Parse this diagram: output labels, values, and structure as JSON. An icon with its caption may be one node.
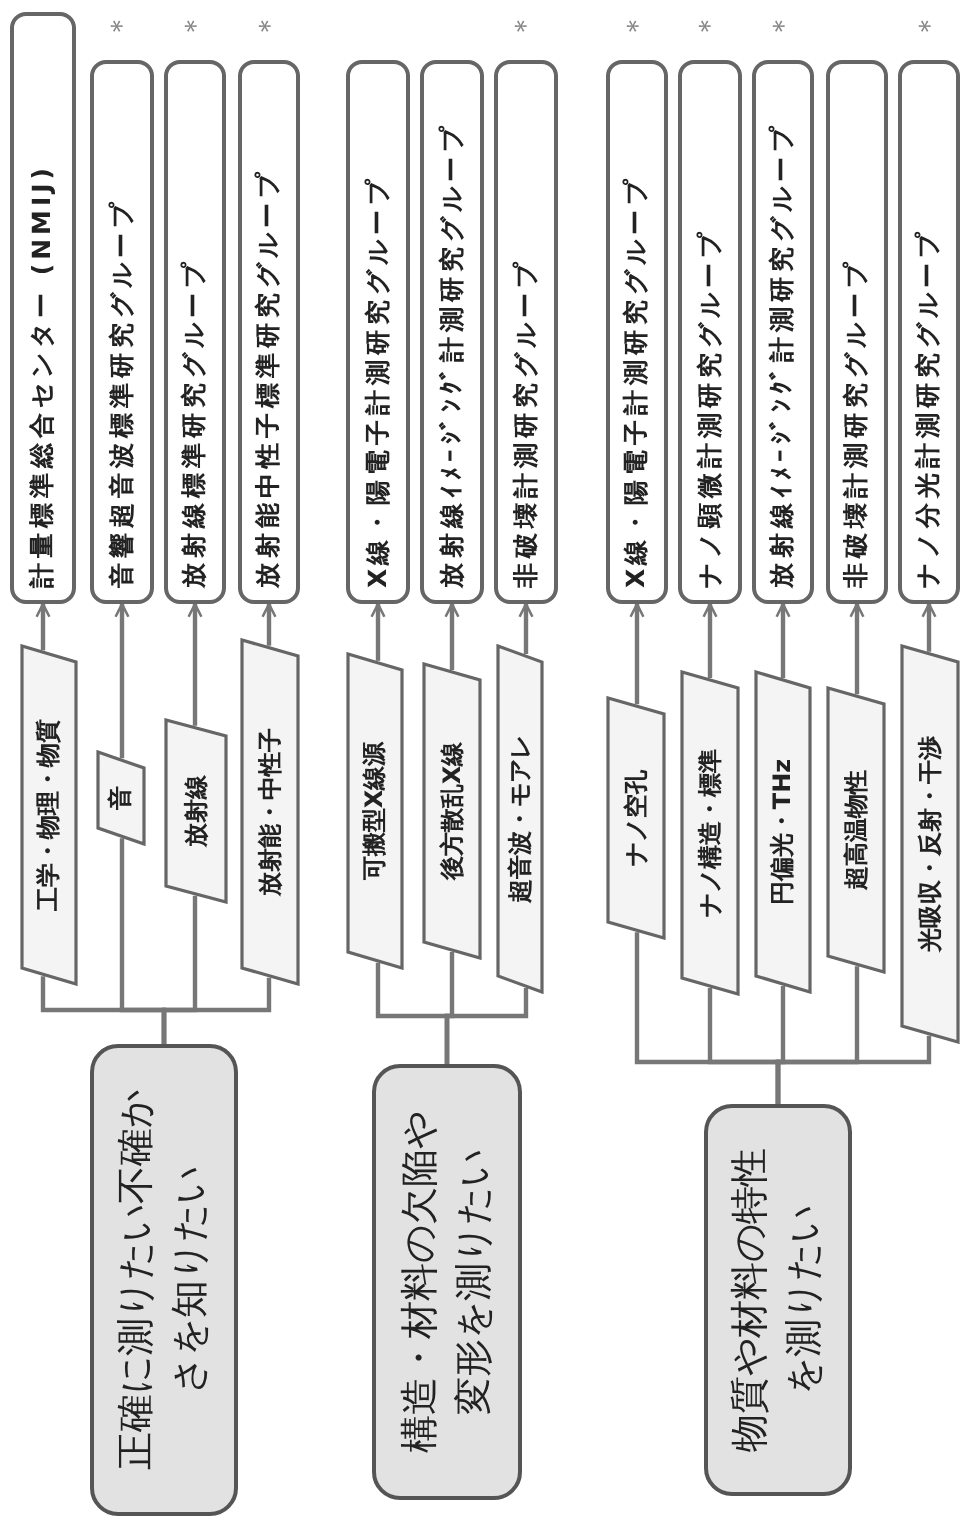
{
  "diagram": {
    "nodes": [
      {
        "text": [
          "正確に測りたい不確かさを知りたい"
        ]
      },
      {
        "text": [
          "工学・物理・物質"
        ]
      },
      {
        "text": [
          "音"
        ]
      },
      {
        "text": [
          "放射線"
        ]
      },
      {
        "text": [
          "放射能・中性子"
        ]
      },
      {
        "text": [
          "計量標準総合センター (NMIJ)"
        ]
      },
      {
        "text": [
          "音響超音波標準研究グループ"
        ],
        "beside": [
          "＊"
        ]
      },
      {
        "text": [
          "放射線標準研究グループ"
        ],
        "beside": [
          "＊"
        ]
      },
      {
        "text": [
          "放射能中性子標準研究グループ"
        ],
        "beside": [
          "＊"
        ]
      },
      {
        "text": [
          "構造・材料の欠陥や変形を測りたい"
        ]
      },
      {
        "text": [
          "可搬型X線源"
        ]
      },
      {
        "text": [
          "後方散乱X線"
        ]
      },
      {
        "text": [
          "超音波・モアレ"
        ]
      },
      {
        "text": [
          "X線・陽電子計測研究グループ"
        ]
      },
      {
        "text": [
          "放射線ｲﾒｰｼﾞﾝｸﾞ計測研究グループ"
        ]
      },
      {
        "text": [
          "非破壊計測研究グループ"
        ],
        "beside": [
          "＊"
        ]
      },
      {
        "text": [
          "物質や材料の特性を測りたい"
        ]
      },
      {
        "text": [
          "ナノ空孔"
        ]
      },
      {
        "text": [
          "ナノ構造・標準"
        ]
      },
      {
        "text": [
          "円偏光・THz"
        ]
      },
      {
        "text": [
          "超高温物性"
        ]
      },
      {
        "text": [
          "光吸収・反射・干渉"
        ]
      },
      {
        "text": [
          "X線・陽電子計測研究グループ"
        ],
        "beside": [
          "＊"
        ]
      },
      {
        "text": [
          "ナノ顕微計測研究グループ"
        ],
        "beside": [
          "＊"
        ]
      },
      {
        "text": [
          "放射線ｲﾒｰｼﾞﾝｸﾞ計測研究グループ"
        ],
        "beside": [
          "＊"
        ]
      },
      {
        "text": [
          "非破壊計測研究グループ"
        ]
      },
      {
        "text": [
          "ナノ分光計測研究グループ"
        ],
        "beside": [
          "＊"
        ]
      }
    ],
    "edges": [
      {
        "from": 0,
        "to": 1,
        "arrow": "none"
      },
      {
        "from": 0,
        "to": 2,
        "arrow": "none"
      },
      {
        "from": 0,
        "to": 3,
        "arrow": "none"
      },
      {
        "from": 0,
        "to": 4,
        "arrow": "none"
      },
      {
        "from": 1,
        "to": 5,
        "arrow": "to"
      },
      {
        "from": 2,
        "to": 6,
        "arrow": "to"
      },
      {
        "from": 3,
        "to": 7,
        "arrow": "to"
      },
      {
        "from": 4,
        "to": 8,
        "arrow": "to"
      },
      {
        "from": 9,
        "to": 10,
        "arrow": "none"
      },
      {
        "from": 9,
        "to": 11,
        "arrow": "none"
      },
      {
        "from": 9,
        "to": 12,
        "arrow": "none"
      },
      {
        "from": 10,
        "to": 13,
        "arrow": "to"
      },
      {
        "from": 11,
        "to": 14,
        "arrow": "to"
      },
      {
        "from": 12,
        "to": 15,
        "arrow": "to"
      },
      {
        "from": 16,
        "to": 17,
        "arrow": "none"
      },
      {
        "from": 16,
        "to": 18,
        "arrow": "none"
      },
      {
        "from": 16,
        "to": 19,
        "arrow": "none"
      },
      {
        "from": 16,
        "to": 20,
        "arrow": "none"
      },
      {
        "from": 16,
        "to": 21,
        "arrow": "none"
      },
      {
        "from": 17,
        "to": 22,
        "arrow": "to"
      },
      {
        "from": 18,
        "to": 23,
        "arrow": "to"
      },
      {
        "from": 19,
        "to": 24,
        "arrow": "to"
      },
      {
        "from": 20,
        "to": 25,
        "arrow": "to"
      },
      {
        "from": 21,
        "to": 26,
        "arrow": "to"
      }
    ]
  }
}
